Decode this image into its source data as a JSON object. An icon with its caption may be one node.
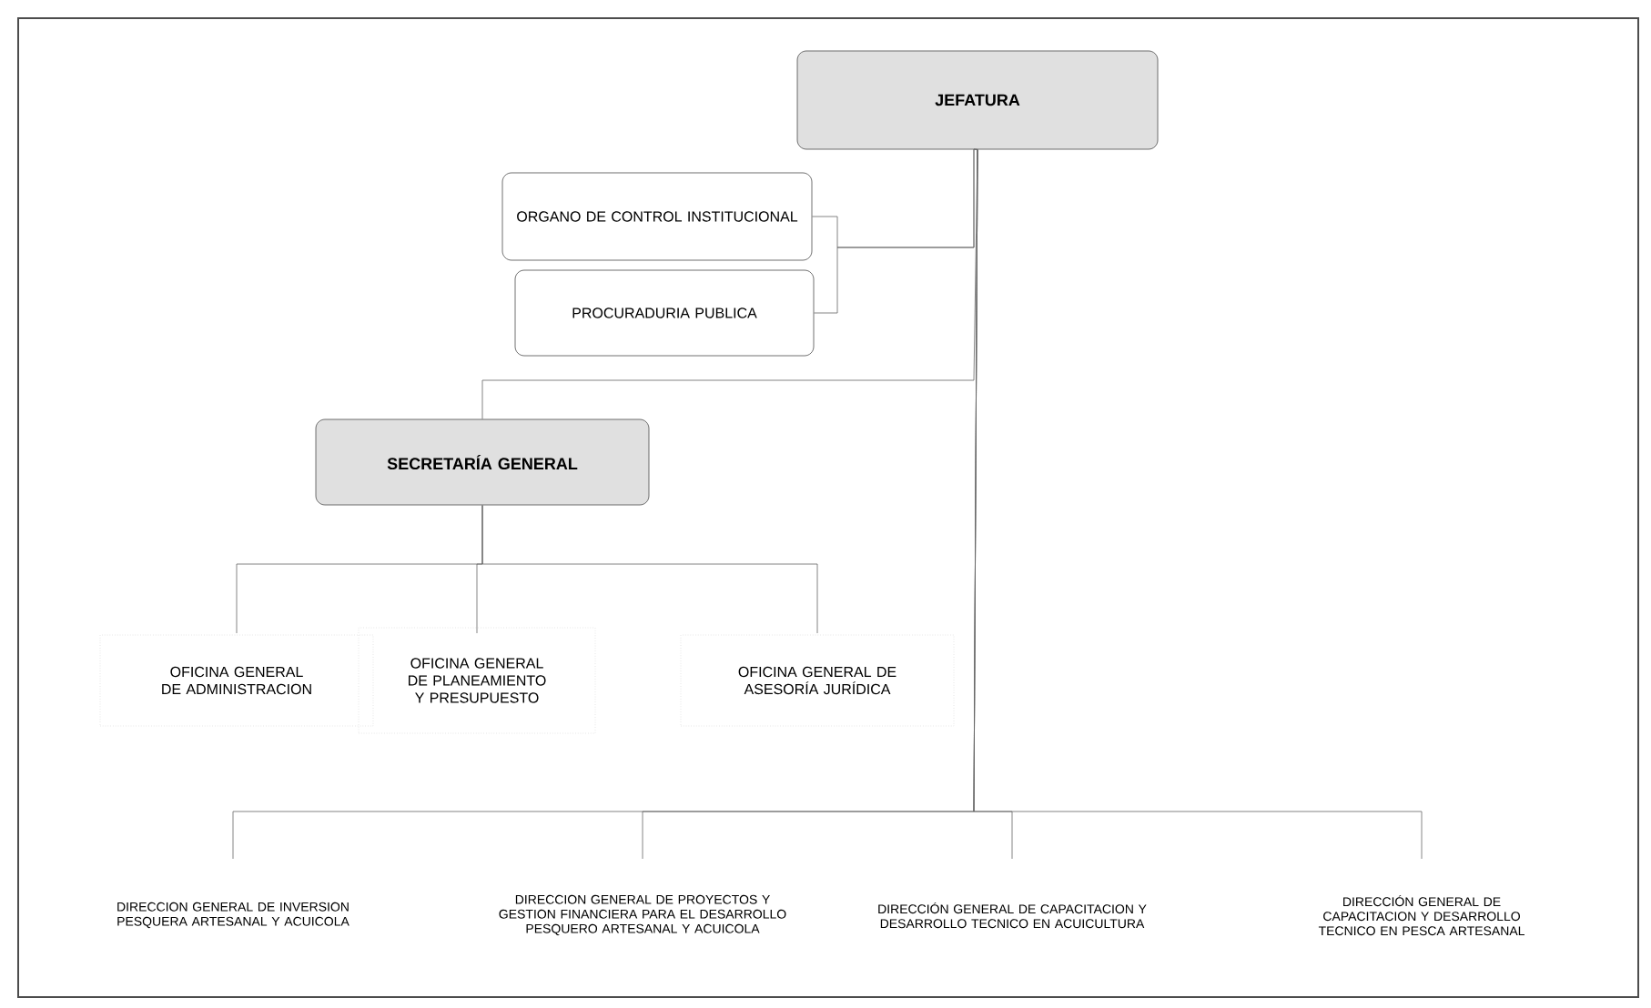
{
  "diagram": {
    "nodes": [
      {
        "text": [
          "JEFATURA"
        ]
      },
      {
        "text": [
          "ORGANO DE CONTROL INSTITUCIONAL"
        ]
      },
      {
        "text": [
          "PROCURADURIA PUBLICA"
        ]
      },
      {
        "text": [
          "SECRETARÍA GENERAL"
        ]
      },
      {
        "text": [
          "OFICINA GENERAL DE ADMINISTRACION"
        ]
      },
      {
        "text": [
          "OFICINA GENERAL DE PLANEAMIENTO Y PRESUPUESTO"
        ]
      },
      {
        "text": [
          "OFICINA GENERAL DE ASESORÍA JURÍDICA"
        ]
      },
      {
        "text": [
          "DIRECCION GENERAL DE INVERSION PESQUERA ARTESANAL Y ACUICOLA"
        ]
      },
      {
        "text": [
          "DIRECCION GENERAL DE PROYECTOS Y GESTION FINANCIERA PARA EL DESARROLLO PESQUERO ARTESANAL Y ACUICOLA"
        ]
      },
      {
        "text": [
          "DIRECCIÓN GENERAL DE CAPACITACION Y DESARROLLO TECNICO EN ACUICULTURA"
        ]
      },
      {
        "text": [
          "DIRECCIÓN GENERAL DE CAPACITACION Y DESARROLLO TECNICO EN PESCA ARTESANAL"
        ]
      }
    ],
    "edges": [
      {
        "from": 1,
        "to": 0,
        "arrow": "none"
      },
      {
        "from": 2,
        "to": 0,
        "arrow": "none"
      },
      {
        "from": 0,
        "to": 3,
        "arrow": "none"
      },
      {
        "from": 3,
        "to": 4,
        "arrow": "none"
      },
      {
        "from": 3,
        "to": 5,
        "arrow": "none"
      },
      {
        "from": 3,
        "to": 6,
        "arrow": "none"
      },
      {
        "from": 0,
        "to": 7,
        "arrow": "none"
      },
      {
        "from": 0,
        "to": 8,
        "arrow": "none"
      },
      {
        "from": 0,
        "to": 9,
        "arrow": "none"
      },
      {
        "from": 0,
        "to": 10,
        "arrow": "none"
      }
    ]
  }
}
